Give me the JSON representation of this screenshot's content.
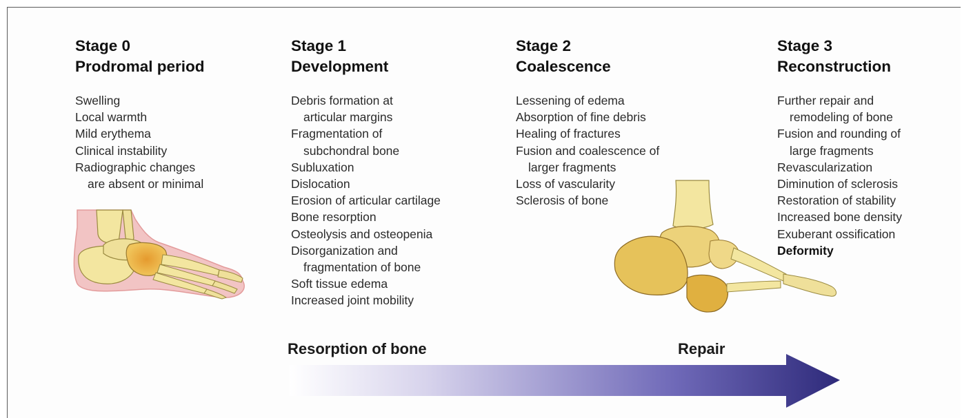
{
  "stages": [
    {
      "title": "Stage 0",
      "subtitle": "Prodromal period",
      "items": [
        [
          "Swelling"
        ],
        [
          "Local warmth"
        ],
        [
          "Mild erythema"
        ],
        [
          "Clinical instability"
        ],
        [
          "Radiographic changes",
          "are absent or minimal"
        ]
      ]
    },
    {
      "title": "Stage 1",
      "subtitle": "Development",
      "items": [
        [
          "Debris formation at",
          "articular margins"
        ],
        [
          "Fragmentation of",
          "subchondral bone"
        ],
        [
          "Subluxation"
        ],
        [
          "Dislocation"
        ],
        [
          "Erosion of articular cartilage"
        ],
        [
          "Bone resorption"
        ],
        [
          "Osteolysis and osteopenia"
        ],
        [
          "Disorganization and",
          "fragmentation of bone"
        ],
        [
          "Soft tissue edema"
        ],
        [
          "Increased joint mobility"
        ]
      ]
    },
    {
      "title": "Stage 2",
      "subtitle": "Coalescence",
      "items": [
        [
          "Lessening of edema"
        ],
        [
          "Absorption of fine debris"
        ],
        [
          "Healing of fractures"
        ],
        [
          "Fusion and coalescence of",
          "larger fragments"
        ],
        [
          "Loss of vascularity"
        ],
        [
          "Sclerosis of bone"
        ]
      ]
    },
    {
      "title": "Stage 3",
      "subtitle": "Reconstruction",
      "items": [
        [
          "Further repair and",
          "remodeling of bone"
        ],
        [
          "Fusion and rounding of",
          "large fragments"
        ],
        [
          "Revascularization"
        ],
        [
          "Diminution of sclerosis"
        ],
        [
          "Restoration of stability"
        ],
        [
          "Increased bone density"
        ],
        [
          "Exuberant ossification"
        ],
        [
          "Deformity"
        ]
      ],
      "emphasized_item": "Deformity"
    }
  ],
  "arrow": {
    "left_label": "Resorption of bone",
    "right_label": "Repair",
    "color_start": "#ffffff",
    "color_end": "#2e2a7a"
  },
  "colors": {
    "bone_fill": "#f3e6a0",
    "bone_shadow": "#d6a83a",
    "soft_tissue": "#f2c4c4",
    "inflamed_bone": "#e9b04a"
  }
}
